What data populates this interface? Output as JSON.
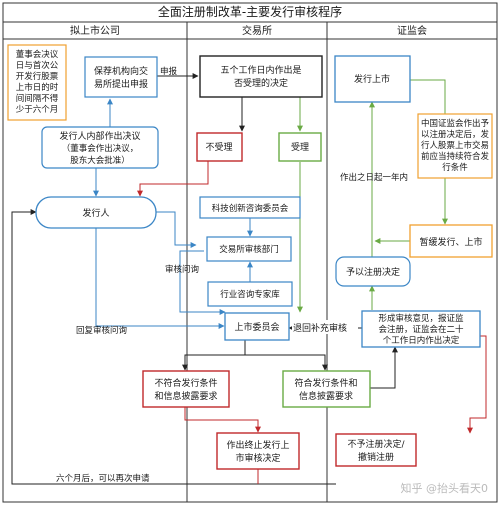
{
  "title": "全面注册制改革-主要发行审核程序",
  "lanes": {
    "issuer": "拟上市公司",
    "exchange": "交易所",
    "csrc": "证监会"
  },
  "nodes": {
    "issuer_note": [
      "董事会决议",
      "日与首次公",
      "开发行股票",
      "上市日的时",
      "间间隔不得",
      "少于六个月"
    ],
    "sponsor": [
      "保荐机构向交",
      "易所提出申报"
    ],
    "decide_5days": [
      "五个工作日内作出是",
      "否受理的决定"
    ],
    "issuer_resolution": [
      "发行人内部作出决议",
      "（董事会作出决议，",
      "股东大会批准）"
    ],
    "issuer": "发行人",
    "reject": "不受理",
    "accept": "受理",
    "tech_committee": "科技创新咨询委员会",
    "exchange_review": "交易所审核部门",
    "industry_expert": "行业咨询专家库",
    "listing_committee": "上市委员会",
    "csrc_listing": "发行上市",
    "csrc_note": [
      "中国证监会作出予",
      "以注册决定后，发",
      "行人股票上市交易",
      "前应当持续符合发",
      "行条件"
    ],
    "suspend": "暂缓发行、上市",
    "approve_reg": "予以注册决定",
    "opinion": [
      "形成审核意见，报证监",
      "会注册，证监会在二十",
      "个工作日内作出决定"
    ],
    "fail_cond": [
      "不符合发行条件",
      "和信息披露要求"
    ],
    "pass_cond": [
      "符合发行条件和",
      "信息披露要求"
    ],
    "terminate": [
      "作出终止发行上",
      "市审核决定"
    ],
    "deny_reg": [
      "不予注册决定/",
      "撤销注册"
    ]
  },
  "edge_labels": {
    "declare": "申报",
    "review_inquiry": "审核问询",
    "reply_inquiry": "回复审核问询",
    "return_supplement": "退回补充审核",
    "within_one_year": "作出之日起一年内",
    "six_months": "六个月后，可以再次申请"
  },
  "watermark": "知乎 @抬头看天0"
}
